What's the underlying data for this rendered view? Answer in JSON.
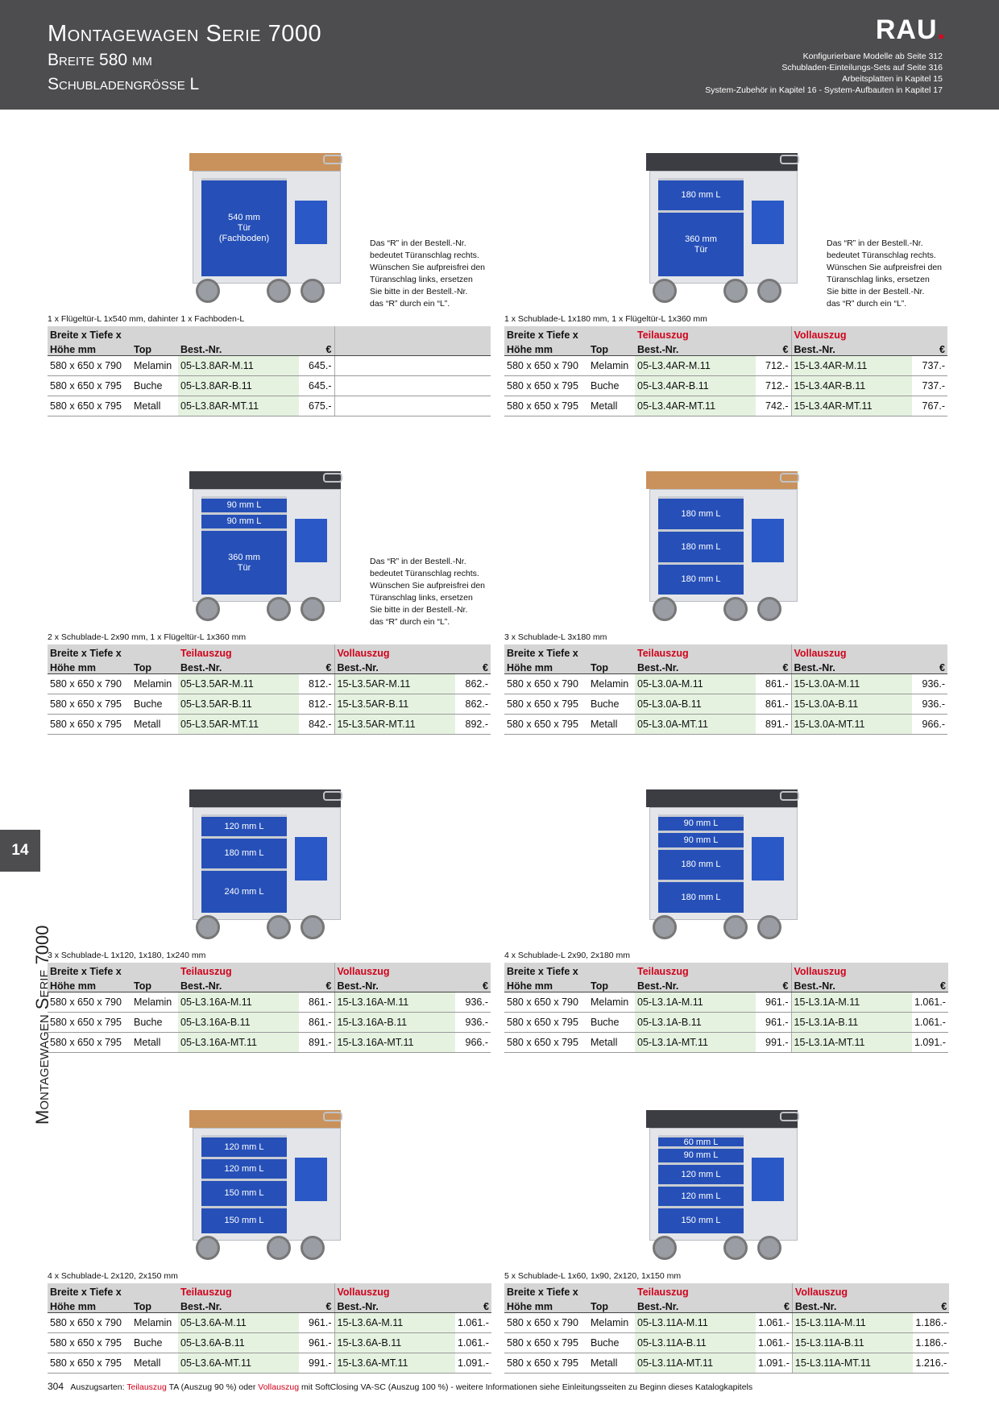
{
  "header": {
    "title": "Montagewagen Serie 7000",
    "subtitle1": "Breite 580 mm",
    "subtitle2": "Schubladengrösse L",
    "logo": "RAU",
    "logo_dot": ".",
    "refs": [
      "Konfigurierbare Modelle ab Seite 312",
      "Schubladen-Einteilungs-Sets auf Seite 316",
      "Arbeitsplatten in Kapitel 15",
      "System-Zubehör in Kapitel 16 - System-Aufbauten in Kapitel 17"
    ]
  },
  "chapter_tab": "14",
  "side_title": "Montagewagen Serie 7000",
  "note_text": [
    "Das “R” in der Bestell.-Nr.",
    "bedeutet Türanschlag rechts.",
    "Wünschen Sie aufpreisfrei den",
    "Türanschlag links, ersetzen",
    "Sie bitte in der Bestell.-Nr.",
    "das “R” durch ein “L”."
  ],
  "table_headers": {
    "dim1": "Breite x Tiefe x",
    "dim2": "Höhe mm",
    "top": "Top",
    "best": "Best.-Nr.",
    "eur": "€",
    "teil": "Teilauszug",
    "voll": "Vollauszug"
  },
  "products": [
    {
      "caption": "1 x Flügeltür-L 1x540 mm, dahinter 1 x Fachboden-L",
      "top_color": "wood",
      "drawers": [
        {
          "label": "540 mm\nTür\n(Fachboden)",
          "h": 122
        }
      ],
      "has_note": true,
      "single": true,
      "rows": [
        [
          "580 x 650 x  790",
          "Melamin",
          "05-L3.8AR-M.11",
          "645.-"
        ],
        [
          "580 x 650 x  795",
          "Buche",
          "05-L3.8AR-B.11",
          "645.-"
        ],
        [
          "580 x 650 x  795",
          "Metall",
          "05-L3.8AR-MT.11",
          "675.-"
        ]
      ]
    },
    {
      "caption": "1 x Schublade-L 1x180 mm, 1 x Flügeltür-L 1x360 mm",
      "top_color": "dark",
      "drawers": [
        {
          "label": "180 mm L",
          "h": 40
        },
        {
          "label": "360 mm\nTür",
          "h": 82
        }
      ],
      "has_note": true,
      "single": false,
      "rows": [
        [
          "580 x 650 x  790",
          "Melamin",
          "05-L3.4AR-M.11",
          "712.-",
          "15-L3.4AR-M.11",
          "737.-"
        ],
        [
          "580 x 650 x  795",
          "Buche",
          "05-L3.4AR-B.11",
          "712.-",
          "15-L3.4AR-B.11",
          "737.-"
        ],
        [
          "580 x 650 x  795",
          "Metall",
          "05-L3.4AR-MT.11",
          "742.-",
          "15-L3.4AR-MT.11",
          "767.-"
        ]
      ]
    },
    {
      "caption": "2 x Schublade-L 2x90 mm, 1 x Flügeltür-L 1x360 mm",
      "top_color": "dark",
      "drawers": [
        {
          "label": "90 mm L",
          "h": 20
        },
        {
          "label": "90 mm L",
          "h": 20
        },
        {
          "label": "360 mm\nTür",
          "h": 82
        }
      ],
      "has_note": true,
      "single": false,
      "rows": [
        [
          "580 x 650 x  790",
          "Melamin",
          "05-L3.5AR-M.11",
          "812.-",
          "15-L3.5AR-M.11",
          "862.-"
        ],
        [
          "580 x 650 x  795",
          "Buche",
          "05-L3.5AR-B.11",
          "812.-",
          "15-L3.5AR-B.11",
          "862.-"
        ],
        [
          "580 x 650 x  795",
          "Metall",
          "05-L3.5AR-MT.11",
          "842.-",
          "15-L3.5AR-MT.11",
          "892.-"
        ]
      ]
    },
    {
      "caption": "3 x Schublade-L 3x180 mm",
      "top_color": "wood",
      "drawers": [
        {
          "label": "180 mm L",
          "h": 41
        },
        {
          "label": "180 mm L",
          "h": 41
        },
        {
          "label": "180 mm L",
          "h": 40
        }
      ],
      "has_note": false,
      "single": false,
      "rows": [
        [
          "580 x 650 x  790",
          "Melamin",
          "05-L3.0A-M.11",
          "861.-",
          "15-L3.0A-M.11",
          "936.-"
        ],
        [
          "580 x 650 x  795",
          "Buche",
          "05-L3.0A-B.11",
          "861.-",
          "15-L3.0A-B.11",
          "936.-"
        ],
        [
          "580 x 650 x  795",
          "Metall",
          "05-L3.0A-MT.11",
          "891.-",
          "15-L3.0A-MT.11",
          "966.-"
        ]
      ]
    },
    {
      "caption": "3 x Schublade-L 1x120, 1x180, 1x240 mm",
      "top_color": "dark",
      "drawers": [
        {
          "label": "120 mm L",
          "h": 27
        },
        {
          "label": "180 mm L",
          "h": 40
        },
        {
          "label": "240 mm L",
          "h": 55
        }
      ],
      "has_note": false,
      "single": false,
      "rows": [
        [
          "580 x 650 x  790",
          "Melamin",
          "05-L3.16A-M.11",
          "861.-",
          "15-L3.16A-M.11",
          "936.-"
        ],
        [
          "580 x 650 x  795",
          "Buche",
          "05-L3.16A-B.11",
          "861.-",
          "15-L3.16A-B.11",
          "936.-"
        ],
        [
          "580 x 650 x  795",
          "Metall",
          "05-L3.16A-MT.11",
          "891.-",
          "15-L3.16A-MT.11",
          "966.-"
        ]
      ]
    },
    {
      "caption": "4 x Schublade-L 2x90, 2x180 mm",
      "top_color": "dark",
      "drawers": [
        {
          "label": "90 mm L",
          "h": 20
        },
        {
          "label": "90 mm L",
          "h": 21
        },
        {
          "label": "180 mm L",
          "h": 40
        },
        {
          "label": "180 mm L",
          "h": 41
        }
      ],
      "has_note": false,
      "single": false,
      "rows": [
        [
          "580 x 650 x  790",
          "Melamin",
          "05-L3.1A-M.11",
          "961.-",
          "15-L3.1A-M.11",
          "1.061.-"
        ],
        [
          "580 x 650 x  795",
          "Buche",
          "05-L3.1A-B.11",
          "961.-",
          "15-L3.1A-B.11",
          "1.061.-"
        ],
        [
          "580 x 650 x  795",
          "Metall",
          "05-L3.1A-MT.11",
          "991.-",
          "15-L3.1A-MT.11",
          "1.091.-"
        ]
      ]
    },
    {
      "caption": "4 x Schublade-L 2x120, 2x150 mm",
      "top_color": "wood",
      "drawers": [
        {
          "label": "120 mm L",
          "h": 27
        },
        {
          "label": "120 mm L",
          "h": 27
        },
        {
          "label": "150 mm L",
          "h": 34
        },
        {
          "label": "150 mm L",
          "h": 34
        }
      ],
      "has_note": false,
      "single": false,
      "rows": [
        [
          "580 x 650 x  790",
          "Melamin",
          "05-L3.6A-M.11",
          "961.-",
          "15-L3.6A-M.11",
          "1.061.-"
        ],
        [
          "580 x 650 x  795",
          "Buche",
          "05-L3.6A-B.11",
          "961.-",
          "15-L3.6A-B.11",
          "1.061.-"
        ],
        [
          "580 x 650 x  795",
          "Metall",
          "05-L3.6A-MT.11",
          "991.-",
          "15-L3.6A-MT.11",
          "1.091.-"
        ]
      ]
    },
    {
      "caption": "5 x Schublade-L 1x60, 1x90, 2x120, 1x150 mm",
      "top_color": "dark",
      "drawers": [
        {
          "label": "60 mm L",
          "h": 14
        },
        {
          "label": "90 mm L",
          "h": 20
        },
        {
          "label": "120 mm L",
          "h": 27
        },
        {
          "label": "120 mm L",
          "h": 27
        },
        {
          "label": "150 mm L",
          "h": 34
        }
      ],
      "has_note": false,
      "single": false,
      "rows": [
        [
          "580 x 650 x  790",
          "Melamin",
          "05-L3.11A-M.11",
          "1.061.-",
          "15-L3.11A-M.11",
          "1.186.-"
        ],
        [
          "580 x 650 x  795",
          "Buche",
          "05-L3.11A-B.11",
          "1.061.-",
          "15-L3.11A-B.11",
          "1.186.-"
        ],
        [
          "580 x 650 x  795",
          "Metall",
          "05-L3.11A-MT.11",
          "1.091.-",
          "15-L3.11A-MT.11",
          "1.216.-"
        ]
      ]
    }
  ],
  "footer": {
    "page": "304",
    "a": "Auszugsarten:",
    "teil": "Teilauszug",
    "b": "TA (Auszug 90 %)  oder",
    "voll": "Vollauszug",
    "c": "mit SoftClosing VA-SC (Auszug 100 %)  -  weitere Informationen siehe Einleitungsseiten zu Beginn dieses Katalogkapitels"
  }
}
